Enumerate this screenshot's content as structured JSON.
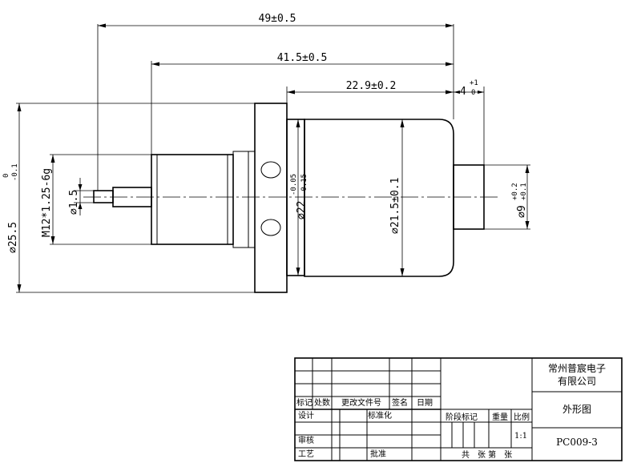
{
  "dimensions": {
    "overall_length": "49±0.5",
    "body_length": "41.5±0.5",
    "can_length": "22.9±0.2",
    "end_cap_length": "4",
    "end_cap_tol_upper": "+1",
    "end_cap_tol_lower": "0",
    "flange_dia": "⌀25.5",
    "flange_dia_tol_upper": "0",
    "flange_dia_tol_lower": "-0.1",
    "thread": "M12*1.25-6g",
    "shaft_dia": "⌀1.5",
    "pilot_dia": "⌀22",
    "pilot_dia_tol_upper": "-0.05",
    "pilot_dia_tol_lower": "-0.15",
    "can_dia": "⌀21.5±0.1",
    "end_cap_dia": "⌀9",
    "end_cap_dia_tol_upper": "+0.2",
    "end_cap_dia_tol_lower": "+0.1"
  },
  "title_block": {
    "headers": {
      "mark": "标记",
      "count": "处数",
      "change_doc": "更改文件号",
      "signature": "签名",
      "date": "日期"
    },
    "design": "设计",
    "standardization": "标准化",
    "review": "审核",
    "process": "工艺",
    "approve": "批准",
    "stage_mark": "阶段标记",
    "weight": "重量",
    "scale": "比例",
    "scale_value": "1:1",
    "sheets": "共　张 第　张",
    "company_line1": "常州普宸电子",
    "company_line2": "有限公司",
    "drawing_name": "外形图",
    "drawing_number": "PC009-3"
  }
}
